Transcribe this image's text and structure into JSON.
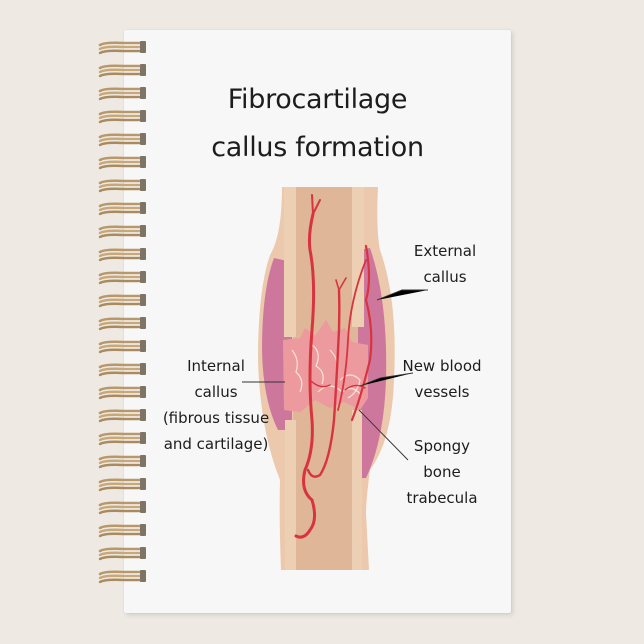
{
  "page": {
    "background_color": "#eeeae3",
    "paper_color": "#f7f7f7",
    "binding": "spiral-coil",
    "coil_count": 24,
    "coil_color": "#b8986a"
  },
  "diagram": {
    "title_line1": "Fibrocartilage",
    "title_line2": "callus formation",
    "colors": {
      "bone_outer": "#ecc9ac",
      "bone_inner": "#dfb697",
      "external_callus": "#c9699a",
      "internal_callus": "#ec9a9e",
      "blood_vessel": "#d8343f"
    },
    "labels": {
      "external_callus": [
        "External",
        "callus"
      ],
      "internal_callus": [
        "Internal",
        "callus",
        "(fibrous tissue",
        "and cartilage)"
      ],
      "new_blood_vessels": [
        "New blood",
        "vessels"
      ],
      "spongy_bone": [
        "Spongy",
        "bone",
        "trabecula"
      ]
    }
  }
}
